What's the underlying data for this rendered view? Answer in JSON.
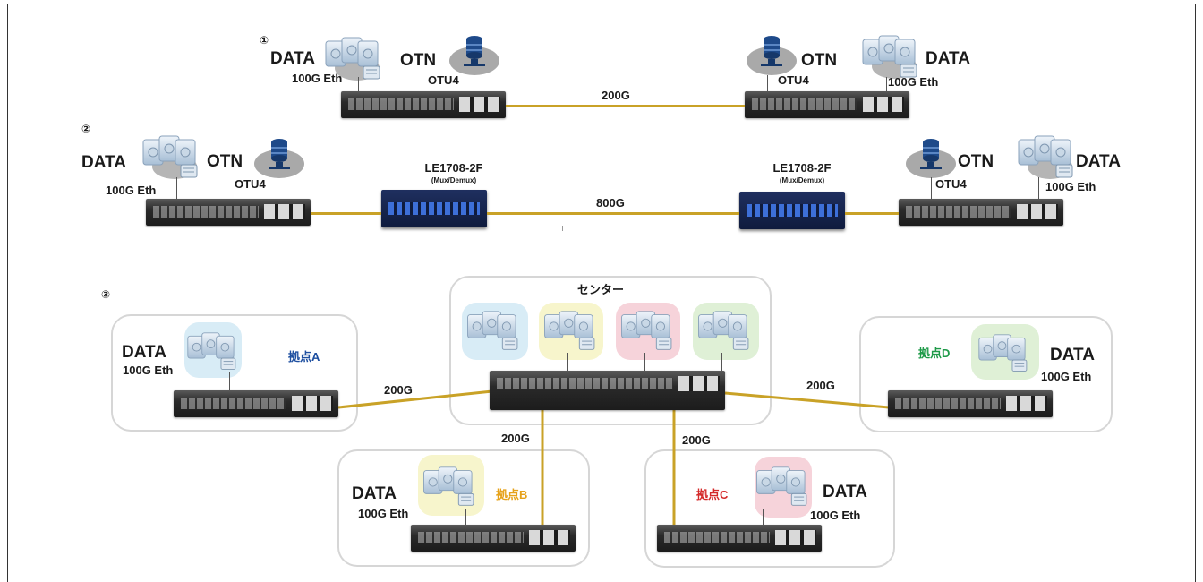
{
  "row1": {
    "marker": "①",
    "left": {
      "data": "DATA",
      "eth": "100G Eth",
      "otn": "OTN",
      "otu": "OTU4"
    },
    "right": {
      "data": "DATA",
      "eth": "100G Eth",
      "otn": "OTN",
      "otu": "OTU4"
    },
    "link": "200G"
  },
  "row2": {
    "marker": "②",
    "left": {
      "data": "DATA",
      "eth": "100G Eth",
      "otn": "OTN",
      "otu": "OTU4"
    },
    "right": {
      "data": "DATA",
      "eth": "100G Eth",
      "otn": "OTN",
      "otu": "OTU4"
    },
    "mux_left": {
      "name": "LE1708-2F",
      "sub": "(Mux/Demux)"
    },
    "mux_right": {
      "name": "LE1708-2F",
      "sub": "(Mux/Demux)"
    },
    "link": "800G"
  },
  "row3": {
    "marker": "③",
    "center": {
      "title": "センター"
    },
    "site_a": {
      "data": "DATA",
      "eth": "100G Eth",
      "name": "拠点A",
      "link": "200G"
    },
    "site_b": {
      "data": "DATA",
      "eth": "100G Eth",
      "name": "拠点B",
      "link": "200G"
    },
    "site_c": {
      "data": "DATA",
      "eth": "100G Eth",
      "name": "拠点C",
      "link": "200G"
    },
    "site_d": {
      "data": "DATA",
      "eth": "100G Eth",
      "name": "拠点D",
      "link": "200G"
    }
  },
  "colors": {
    "link": "#c9a227",
    "site_a": "#1e4fa0",
    "site_b": "#e6a21a",
    "site_c": "#d42a2a",
    "site_d": "#1e9a48",
    "bubble_a": "#d8ecf6",
    "bubble_b": "#f7f5cc",
    "bubble_c": "#f6d3da",
    "bubble_d": "#dff0d6"
  },
  "icons": {
    "server_stack": "server-stack-icon",
    "database": "database-icon",
    "switch": "switch-device-icon",
    "mux": "mux-demux-device-icon"
  }
}
